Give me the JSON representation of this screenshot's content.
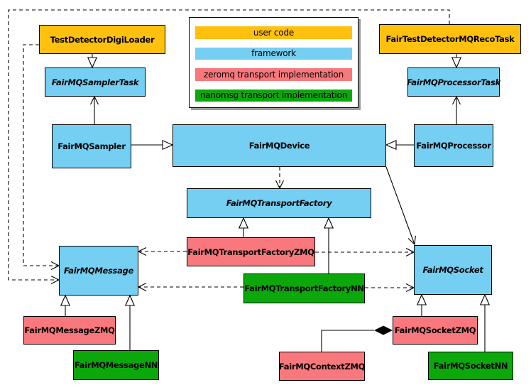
{
  "diagram": {
    "type": "uml-class-diagram",
    "subject": "FairMQ framework class relationships",
    "colors": {
      "user_code": "#FFC10E",
      "framework": "#74CFF2",
      "zeromq": "#F8787D",
      "nanomsg": "#0BA70B",
      "border": "#000000",
      "background": "#FFFFFF"
    },
    "legend": {
      "items": [
        {
          "label": "user code",
          "color": "#FFC10E"
        },
        {
          "label": "framework",
          "color": "#74CFF2"
        },
        {
          "label": "zeromq transport implementation",
          "color": "#F8787D"
        },
        {
          "label": "nanomsg transport implementation",
          "color": "#0BA70B"
        }
      ]
    },
    "nodes": {
      "testDetectorDigiLoader": {
        "label": "TestDetectorDigiLoader",
        "category": "user code",
        "abstract": false
      },
      "fairTestDetectorMQRecoTask": {
        "label": "FairTestDetectorMQRecoTask",
        "category": "user code",
        "abstract": false
      },
      "fairMQSamplerTask": {
        "label": "FairMQSamplerTask",
        "category": "framework",
        "abstract": true
      },
      "fairMQProcessorTask": {
        "label": "FairMQProcessorTask",
        "category": "framework",
        "abstract": true
      },
      "fairMQSampler": {
        "label": "FairMQSampler",
        "category": "framework",
        "abstract": false
      },
      "fairMQDevice": {
        "label": "FairMQDevice",
        "category": "framework",
        "abstract": false
      },
      "fairMQProcessor": {
        "label": "FairMQProcessor",
        "category": "framework",
        "abstract": false
      },
      "fairMQTransportFactory": {
        "label": "FairMQTransportFactory",
        "category": "framework",
        "abstract": true
      },
      "fairMQTransportFactoryZMQ": {
        "label": "FairMQTransportFactoryZMQ",
        "category": "zeromq",
        "abstract": false
      },
      "fairMQTransportFactoryNN": {
        "label": "FairMQTransportFactoryNN",
        "category": "nanomsg",
        "abstract": false
      },
      "fairMQMessage": {
        "label": "FairMQMessage",
        "category": "framework",
        "abstract": true
      },
      "fairMQSocket": {
        "label": "FairMQSocket",
        "category": "framework",
        "abstract": true
      },
      "fairMQMessageZMQ": {
        "label": "FairMQMessageZMQ",
        "category": "zeromq",
        "abstract": false
      },
      "fairMQMessageNN": {
        "label": "FairMQMessageNN",
        "category": "nanomsg",
        "abstract": false
      },
      "fairMQSocketZMQ": {
        "label": "FairMQSocketZMQ",
        "category": "zeromq",
        "abstract": false
      },
      "fairMQSocketNN": {
        "label": "FairMQSocketNN",
        "category": "nanomsg",
        "abstract": false
      },
      "fairMQContextZMQ": {
        "label": "FairMQContextZMQ",
        "category": "zeromq",
        "abstract": false
      }
    },
    "relationships": [
      {
        "from": "TestDetectorDigiLoader",
        "to": "FairMQSamplerTask",
        "type": "inheritance"
      },
      {
        "from": "FairTestDetectorMQRecoTask",
        "to": "FairMQProcessorTask",
        "type": "inheritance"
      },
      {
        "from": "FairMQSampler",
        "to": "FairMQSamplerTask",
        "type": "association"
      },
      {
        "from": "FairMQProcessor",
        "to": "FairMQProcessorTask",
        "type": "association"
      },
      {
        "from": "FairMQSampler",
        "to": "FairMQDevice",
        "type": "inheritance"
      },
      {
        "from": "FairMQProcessor",
        "to": "FairMQDevice",
        "type": "inheritance"
      },
      {
        "from": "FairMQDevice",
        "to": "FairMQTransportFactory",
        "type": "dependency"
      },
      {
        "from": "FairMQDevice",
        "to": "FairMQSocket",
        "type": "association"
      },
      {
        "from": "FairMQTransportFactoryZMQ",
        "to": "FairMQTransportFactory",
        "type": "inheritance"
      },
      {
        "from": "FairMQTransportFactoryNN",
        "to": "FairMQTransportFactory",
        "type": "inheritance"
      },
      {
        "from": "FairMQTransportFactoryZMQ",
        "to": "FairMQMessage",
        "type": "dependency"
      },
      {
        "from": "FairMQTransportFactoryZMQ",
        "to": "FairMQSocket",
        "type": "dependency"
      },
      {
        "from": "FairMQTransportFactoryNN",
        "to": "FairMQMessage",
        "type": "dependency"
      },
      {
        "from": "FairMQTransportFactoryNN",
        "to": "FairMQSocket",
        "type": "dependency"
      },
      {
        "from": "TestDetectorDigiLoader",
        "to": "FairMQMessage",
        "type": "dependency"
      },
      {
        "from": "FairTestDetectorMQRecoTask",
        "to": "FairMQMessage",
        "type": "dependency"
      },
      {
        "from": "FairMQMessageZMQ",
        "to": "FairMQMessage",
        "type": "inheritance"
      },
      {
        "from": "FairMQMessageNN",
        "to": "FairMQMessage",
        "type": "inheritance"
      },
      {
        "from": "FairMQSocketZMQ",
        "to": "FairMQSocket",
        "type": "inheritance"
      },
      {
        "from": "FairMQSocketNN",
        "to": "FairMQSocket",
        "type": "inheritance"
      },
      {
        "from": "FairMQSocketZMQ",
        "to": "FairMQContextZMQ",
        "type": "composition"
      }
    ]
  }
}
